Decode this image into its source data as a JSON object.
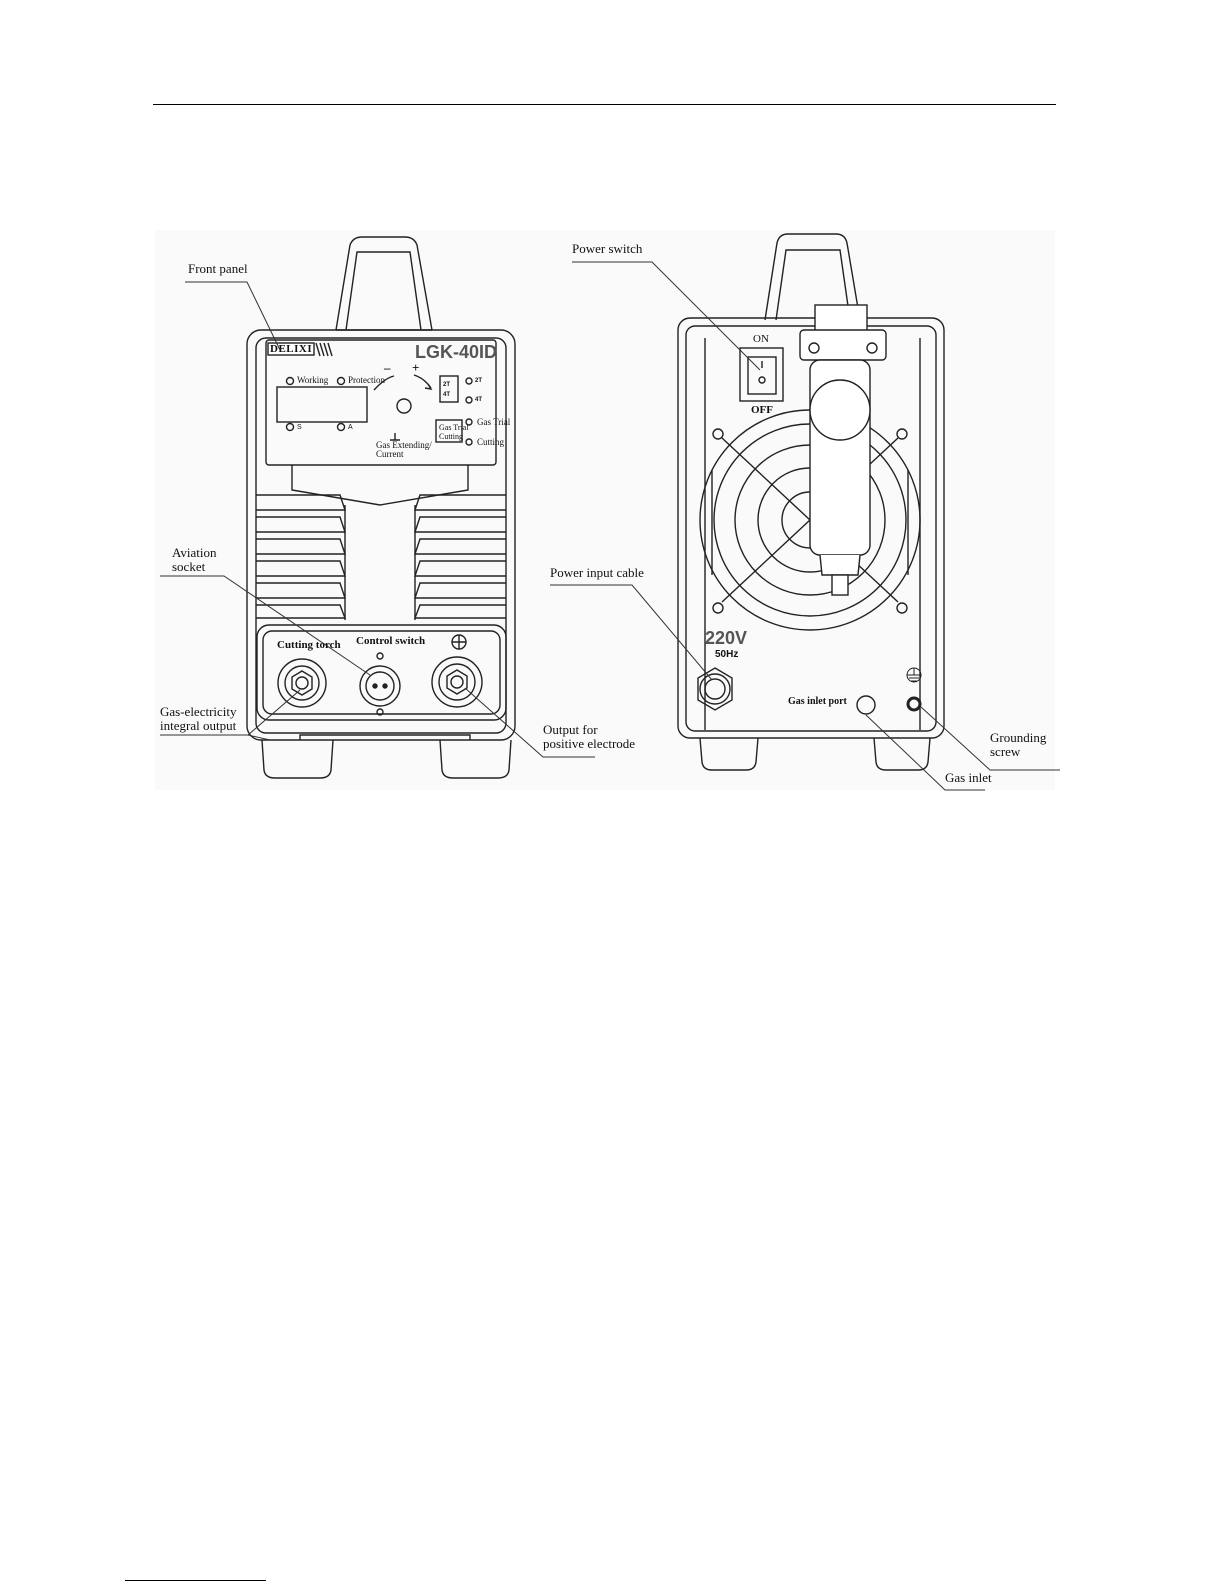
{
  "front": {
    "brand": "DELIXI",
    "model": "LGK-40ID",
    "indicators": {
      "working": "Working",
      "protection": "Protection",
      "s": "S",
      "a": "A"
    },
    "knob": {
      "minus": "–",
      "plus": "+"
    },
    "knob_label": "Gas Extending/\nCurrent",
    "mode_button": {
      "top": "2T",
      "bottom": "4T"
    },
    "mode_leds": {
      "t2": "2T",
      "t4": "4T"
    },
    "gas_button": {
      "top": "Gas Trial",
      "bottom": "Cutting"
    },
    "gas_leds": {
      "gas_trial": "Gas Trial",
      "cutting": "Cutting"
    },
    "sockets": {
      "cutting_torch": "Cutting torch",
      "control_switch": "Control switch",
      "positive_symbol": "⊕"
    }
  },
  "front_callouts": {
    "front_panel": "Front panel",
    "aviation_socket": "Aviation\nsocket",
    "gas_electricity": "Gas-electricity\nintegral output",
    "positive_output": "Output for\npositive electrode"
  },
  "rear": {
    "switch_on": "ON",
    "switch_off": "OFF",
    "switch_i": "I",
    "switch_o": "O",
    "voltage": "220V",
    "frequency": "50Hz",
    "gas_inlet_port": "Gas inlet port",
    "ground_symbol": "⏚"
  },
  "rear_callouts": {
    "power_switch": "Power switch",
    "power_input_cable": "Power input cable",
    "grounding_screw": "Grounding\nscrew",
    "gas_inlet": "Gas inlet"
  }
}
